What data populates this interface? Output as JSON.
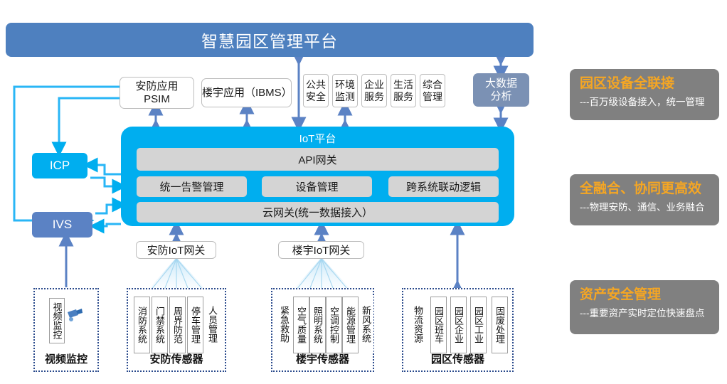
{
  "banner": {
    "title": "智慧园区管理平台"
  },
  "apps": {
    "psim": "安防应用\nPSIM",
    "psim_line1": "安防应用",
    "psim_line2": "PSIM",
    "ibms": "楼宇应用（IBMS）",
    "small": [
      {
        "l1": "公共",
        "l2": "安全"
      },
      {
        "l1": "环境",
        "l2": "监测"
      },
      {
        "l1": "企业",
        "l2": "服务"
      },
      {
        "l1": "生活",
        "l2": "服务"
      },
      {
        "l1": "综合",
        "l2": "管理"
      }
    ],
    "bigdata_l1": "大数据",
    "bigdata_l2": "分析"
  },
  "left_nodes": {
    "icp": "ICP",
    "ivs": "IVS"
  },
  "iot": {
    "title": "IoT平台",
    "api_gateway": "API网关",
    "middle": [
      "统一告警管理",
      "设备管理",
      "跨系统联动逻辑"
    ],
    "cloud_gateway": "云网关(统一数据接入）"
  },
  "gateways": {
    "security": "安防IoT网关",
    "building": "楼宇IoT网关"
  },
  "sensor_groups": [
    {
      "id": "video-monitor",
      "title": "视频监控",
      "items": [
        "视频监控"
      ],
      "icon": "camera-icon"
    },
    {
      "id": "security-sensors",
      "title": "安防传感器",
      "items": [
        "消防系统",
        "门禁系统",
        "周界防范",
        "停车管理",
        "人员管理"
      ]
    },
    {
      "id": "building-sensors",
      "title": "楼宇传感器",
      "items": [
        "紧急救助",
        "空气质量",
        "照明系统",
        "空调控制",
        "能源管理",
        "新风系统"
      ]
    },
    {
      "id": "park-sensors",
      "title": "园区传感器",
      "items": [
        "物流资源",
        "园区班车",
        "园区企业",
        "园区工业",
        "固废处理"
      ]
    }
  ],
  "callouts": [
    {
      "title": "园区设备全联接",
      "sub": "---百万级设备接入，统一管理"
    },
    {
      "title": "全融合、协同更高效",
      "sub": "---物理安防、通信、业务融合"
    },
    {
      "title": "资产安全管理",
      "sub": "---重要资产实时定位快速盘点"
    }
  ],
  "colors": {
    "banner_blue": "#4e80bf",
    "iot_cyan": "#00aeef",
    "ivs_blue": "#5b82c4",
    "bigdata_blue": "#7b91b4",
    "callout_gray": "#808080",
    "callout_orange": "#f5a623",
    "card_gray": "#d4d4d4",
    "group_border": "#2a4a8c"
  }
}
